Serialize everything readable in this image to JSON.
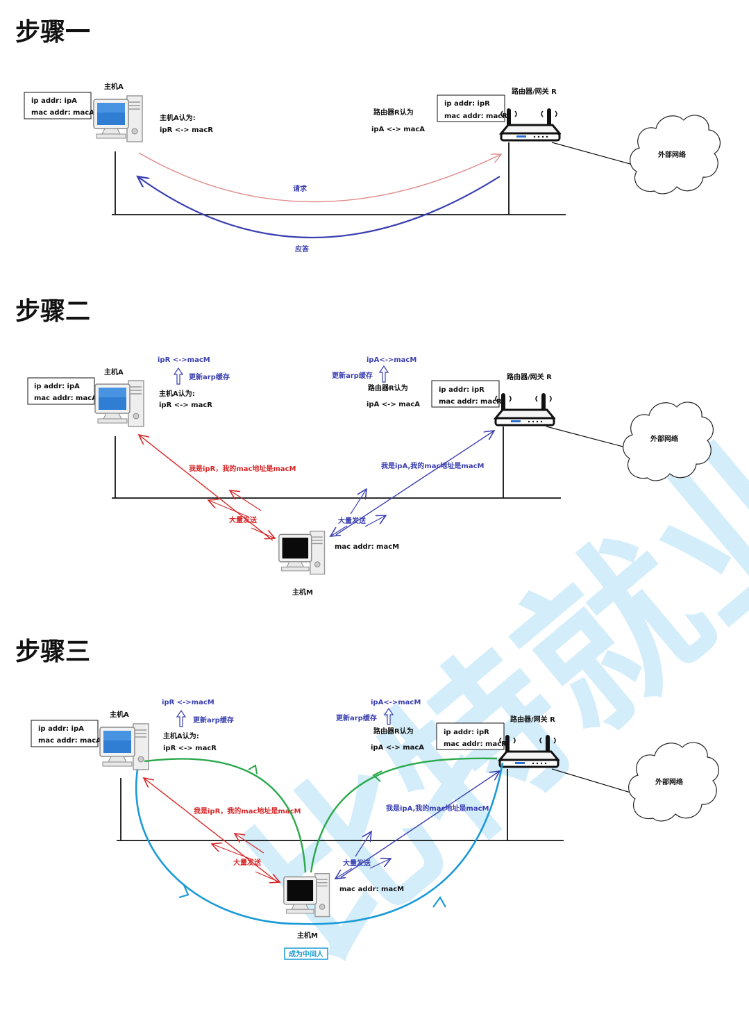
{
  "watermark": "比特就业课",
  "steps": [
    {
      "title": "步骤一",
      "hostA": {
        "name": "主机A",
        "ip": "ip addr:  ipA",
        "mac": "mac addr:  macA",
        "belief_title": "主机A认为:",
        "belief": "ipR <-> macR"
      },
      "router": {
        "name": "路由器/网关 R",
        "ip": "ip addr:  ipR",
        "mac": "mac addr:  macR",
        "belief_title": "路由器R认为",
        "belief": "ipA <-> macA"
      },
      "internet": "外部网络",
      "request": "请求",
      "response": "应答"
    },
    {
      "title": "步骤二",
      "hostA": {
        "name": "主机A",
        "ip": "ip addr:  ipA",
        "mac": "mac addr:  macA",
        "belief_title": "主机A认为:",
        "belief": "ipR <-> macR",
        "updated": "ipR <->macM",
        "update_label": "更新arp缓存"
      },
      "router": {
        "name": "路由器/网关 R",
        "ip": "ip addr:  ipR",
        "mac": "mac addr:  macR",
        "belief_title": "路由器R认为",
        "belief": "ipA <-> macA",
        "updated": "ipA<->macM",
        "update_label": "更新arp缓存"
      },
      "internet": "外部网络",
      "hostM": {
        "name": "主机M",
        "mac": "mac addr:  macM"
      },
      "msg_to_A": "我是ipR，我的mac地址是macM",
      "msg_to_R": "我是ipA,我的mac地址是macM",
      "flood_red": "大量发送",
      "flood_blue": "大量发送"
    },
    {
      "title": "步骤三",
      "hostA": {
        "name": "主机A",
        "ip": "ip addr:  ipA",
        "mac": "mac addr:  macA",
        "belief_title": "主机A认为:",
        "belief": "ipR <-> macR",
        "updated": "ipR <->macM",
        "update_label": "更新arp缓存"
      },
      "router": {
        "name": "路由器/网关 R",
        "ip": "ip addr:  ipR",
        "mac": "mac addr:  macR",
        "belief_title": "路由器R认为",
        "belief": "ipA <-> macA",
        "updated": "ipA<->macM",
        "update_label": "更新arp缓存"
      },
      "internet": "外部网络",
      "hostM": {
        "name": "主机M",
        "mac": "mac addr:  macM",
        "badge": "成为中间人"
      },
      "msg_to_A": "我是ipR，我的mac地址是macM",
      "msg_to_R": "我是ipA,我的mac地址是macM",
      "flood_red": "大量发送",
      "flood_blue": "大量发送"
    }
  ],
  "colors": {
    "red": "#d62728",
    "blue": "#3a3fb0",
    "pink": "#e08a8a",
    "green": "#2aa84a",
    "cyan": "#1a9ad6"
  }
}
